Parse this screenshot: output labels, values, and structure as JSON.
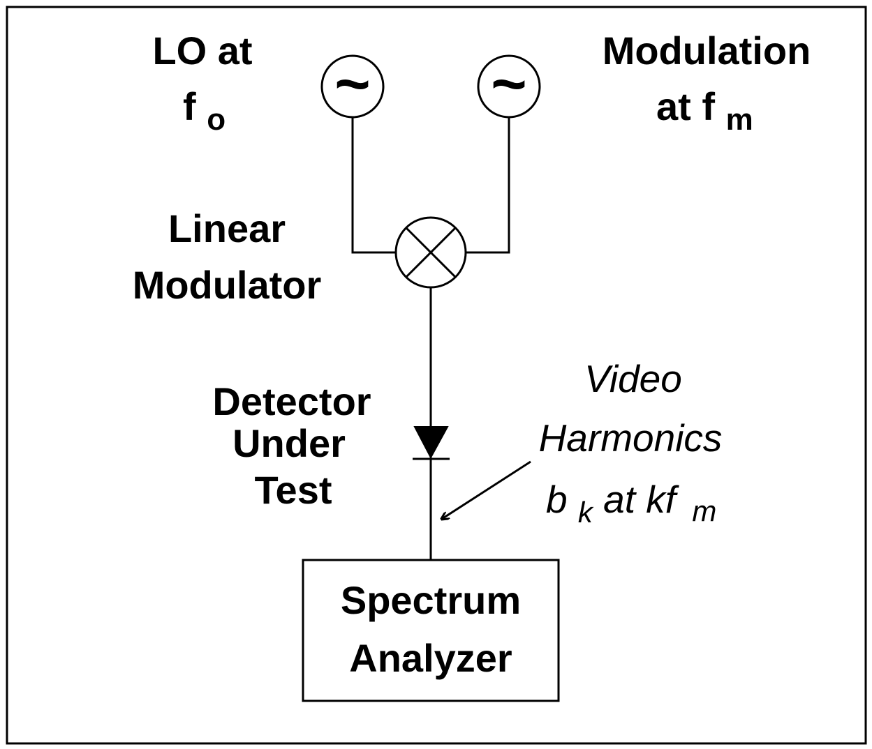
{
  "lo_source": {
    "line1": "LO at",
    "line2_main": "f",
    "line2_sub": "o",
    "symbol": "~"
  },
  "modulation_source": {
    "line1": "Modulation",
    "line2_main": "at f",
    "line2_sub": "m",
    "symbol": "~"
  },
  "modulator": {
    "line1": "Linear",
    "line2": "Modulator",
    "icon": "mixer-x-icon"
  },
  "detector": {
    "line1": "Detector",
    "line2": "Under",
    "line3": "Test",
    "icon": "diode-icon"
  },
  "video_harmonics": {
    "line1": "Video",
    "line2": "Harmonics",
    "line3_b": "b",
    "line3_k_sub": "k",
    "line3_mid": " at kf",
    "line3_m_sub": "m"
  },
  "spectrum_analyzer": {
    "line1": "Spectrum",
    "line2": "Analyzer"
  },
  "colors": {
    "line": "#000000",
    "background": "#ffffff"
  }
}
